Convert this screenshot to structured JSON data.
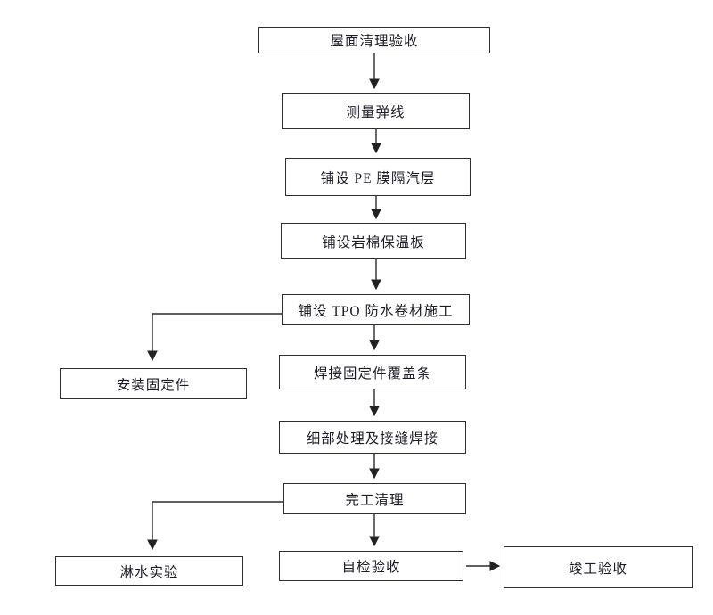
{
  "diagram": {
    "type": "flowchart",
    "colors": {
      "line": "#2b2b2b",
      "box_border": "#2e2e2e",
      "text": "#1b1b27",
      "background": "#ffffff"
    },
    "nodes": [
      {
        "id": "n1",
        "label": "屋面清理验收"
      },
      {
        "id": "n2",
        "label": "测量弹线"
      },
      {
        "id": "n3",
        "label": "铺设 PE 膜隔汽层"
      },
      {
        "id": "n4",
        "label": "铺设岩棉保温板"
      },
      {
        "id": "n5",
        "label": "铺设 TPO 防水卷材施工"
      },
      {
        "id": "n6",
        "label": "焊接固定件覆盖条"
      },
      {
        "id": "n7",
        "label": "细部处理及接缝焊接"
      },
      {
        "id": "n8",
        "label": "完工清理"
      },
      {
        "id": "n9",
        "label": "自检验收"
      },
      {
        "id": "n10",
        "label": "安装固定件"
      },
      {
        "id": "n11",
        "label": "淋水实验"
      },
      {
        "id": "n12",
        "label": "竣工验收"
      }
    ],
    "edges": [
      {
        "from": "n1",
        "to": "n2"
      },
      {
        "from": "n2",
        "to": "n3"
      },
      {
        "from": "n3",
        "to": "n4"
      },
      {
        "from": "n4",
        "to": "n5"
      },
      {
        "from": "n5",
        "to": "n6"
      },
      {
        "from": "n5",
        "to": "n10"
      },
      {
        "from": "n6",
        "to": "n7"
      },
      {
        "from": "n7",
        "to": "n8"
      },
      {
        "from": "n8",
        "to": "n9"
      },
      {
        "from": "n8",
        "to": "n11"
      },
      {
        "from": "n9",
        "to": "n12"
      }
    ]
  }
}
